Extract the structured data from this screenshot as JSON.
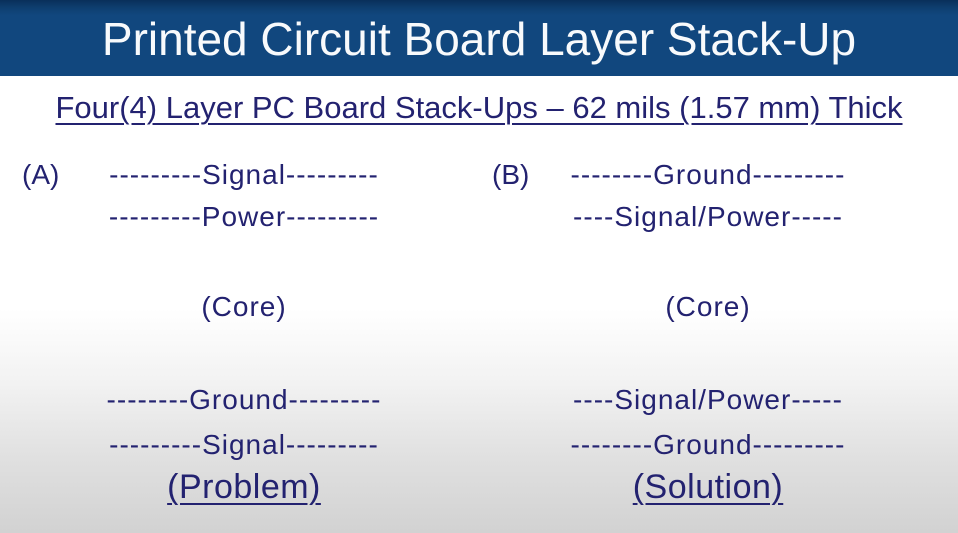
{
  "title": "Printed Circuit Board Layer Stack-Up",
  "subtitle": "Four(4) Layer PC Board Stack-Ups – 62 mils (1.57 mm) Thick",
  "colors": {
    "banner_background": "#11477e",
    "banner_top_edge": "#092f5a",
    "title_text": "#f8fafc",
    "body_text_navy": "#232270",
    "background_top": "#ffffff",
    "background_bottom": "#d2d2d2"
  },
  "columns": [
    {
      "label": "(A)",
      "top_layers": [
        "---------Signal---------",
        "---------Power---------"
      ],
      "core": "(Core)",
      "bottom_layers": [
        "--------Ground---------",
        "---------Signal---------"
      ],
      "caption": "(Problem)"
    },
    {
      "label": "(B)",
      "top_layers": [
        "--------Ground---------",
        "----Signal/Power-----"
      ],
      "core": "(Core)",
      "bottom_layers": [
        "----Signal/Power-----",
        "--------Ground---------"
      ],
      "caption": "(Solution)"
    }
  ]
}
